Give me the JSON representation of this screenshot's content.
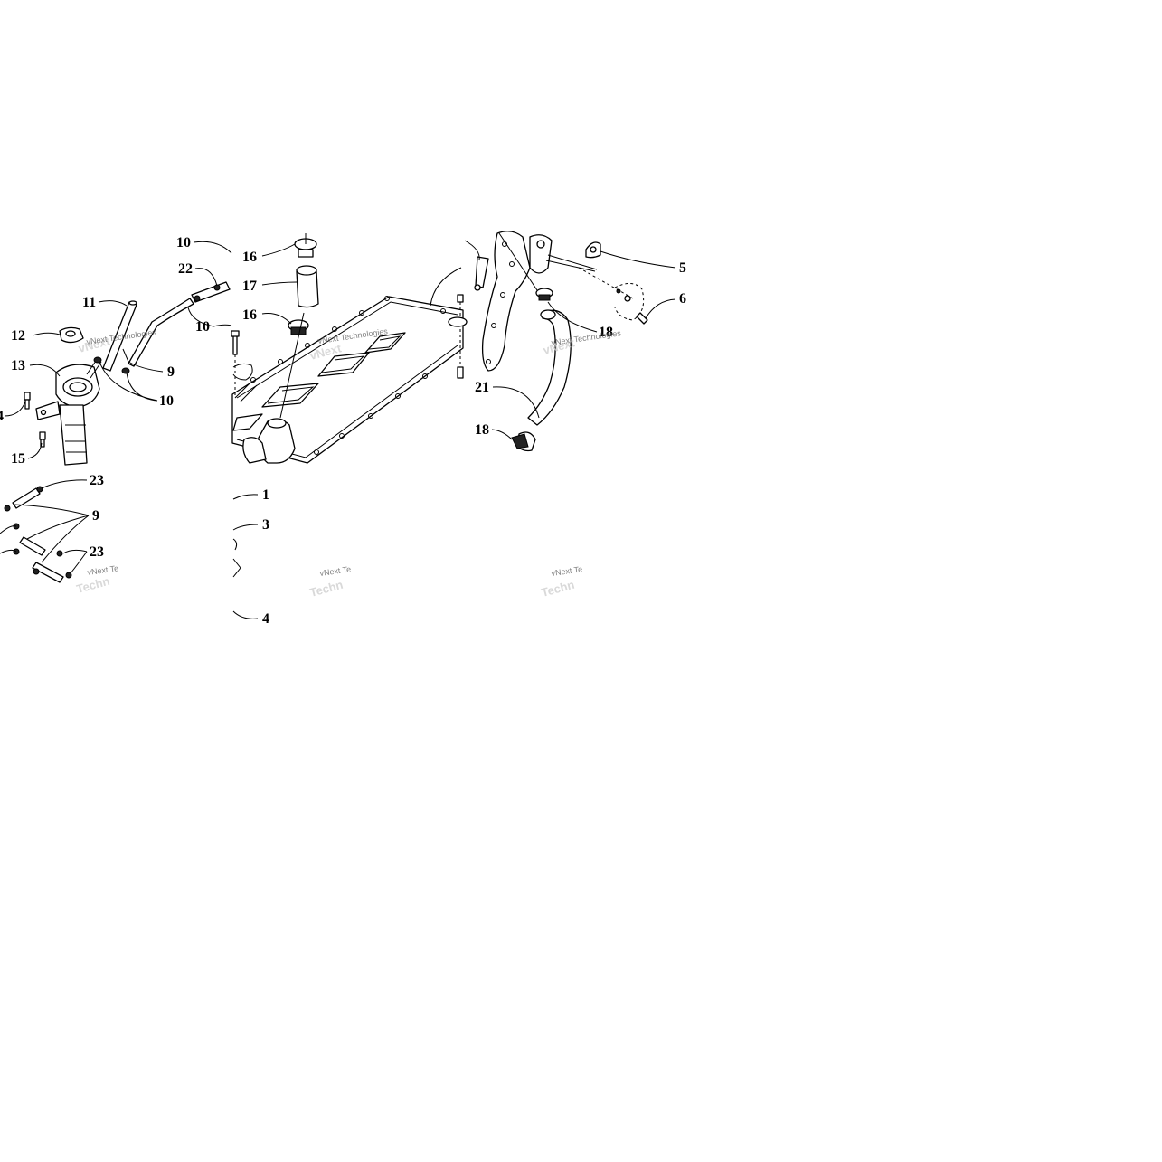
{
  "callouts": {
    "c1": "1",
    "c3": "3",
    "c4a": "4",
    "c4b": "4",
    "c5": "5",
    "c6": "6",
    "c9a": "9",
    "c9b": "9",
    "c10a": "10",
    "c10b": "10",
    "c10c": "10",
    "c11": "11",
    "c12": "12",
    "c13": "13",
    "c15": "15",
    "c16a": "16",
    "c16b": "16",
    "c17": "17",
    "c18a": "18",
    "c18b": "18",
    "c21": "21",
    "c22": "22",
    "c23a": "23",
    "c23b": "23"
  },
  "watermarks": {
    "w1": "vNext Technologies",
    "w2": "vNext Technologies",
    "w3": "vNext Technologies",
    "w4": "vNext Te",
    "w5": "vNext Te",
    "w6": "vNext Te"
  }
}
